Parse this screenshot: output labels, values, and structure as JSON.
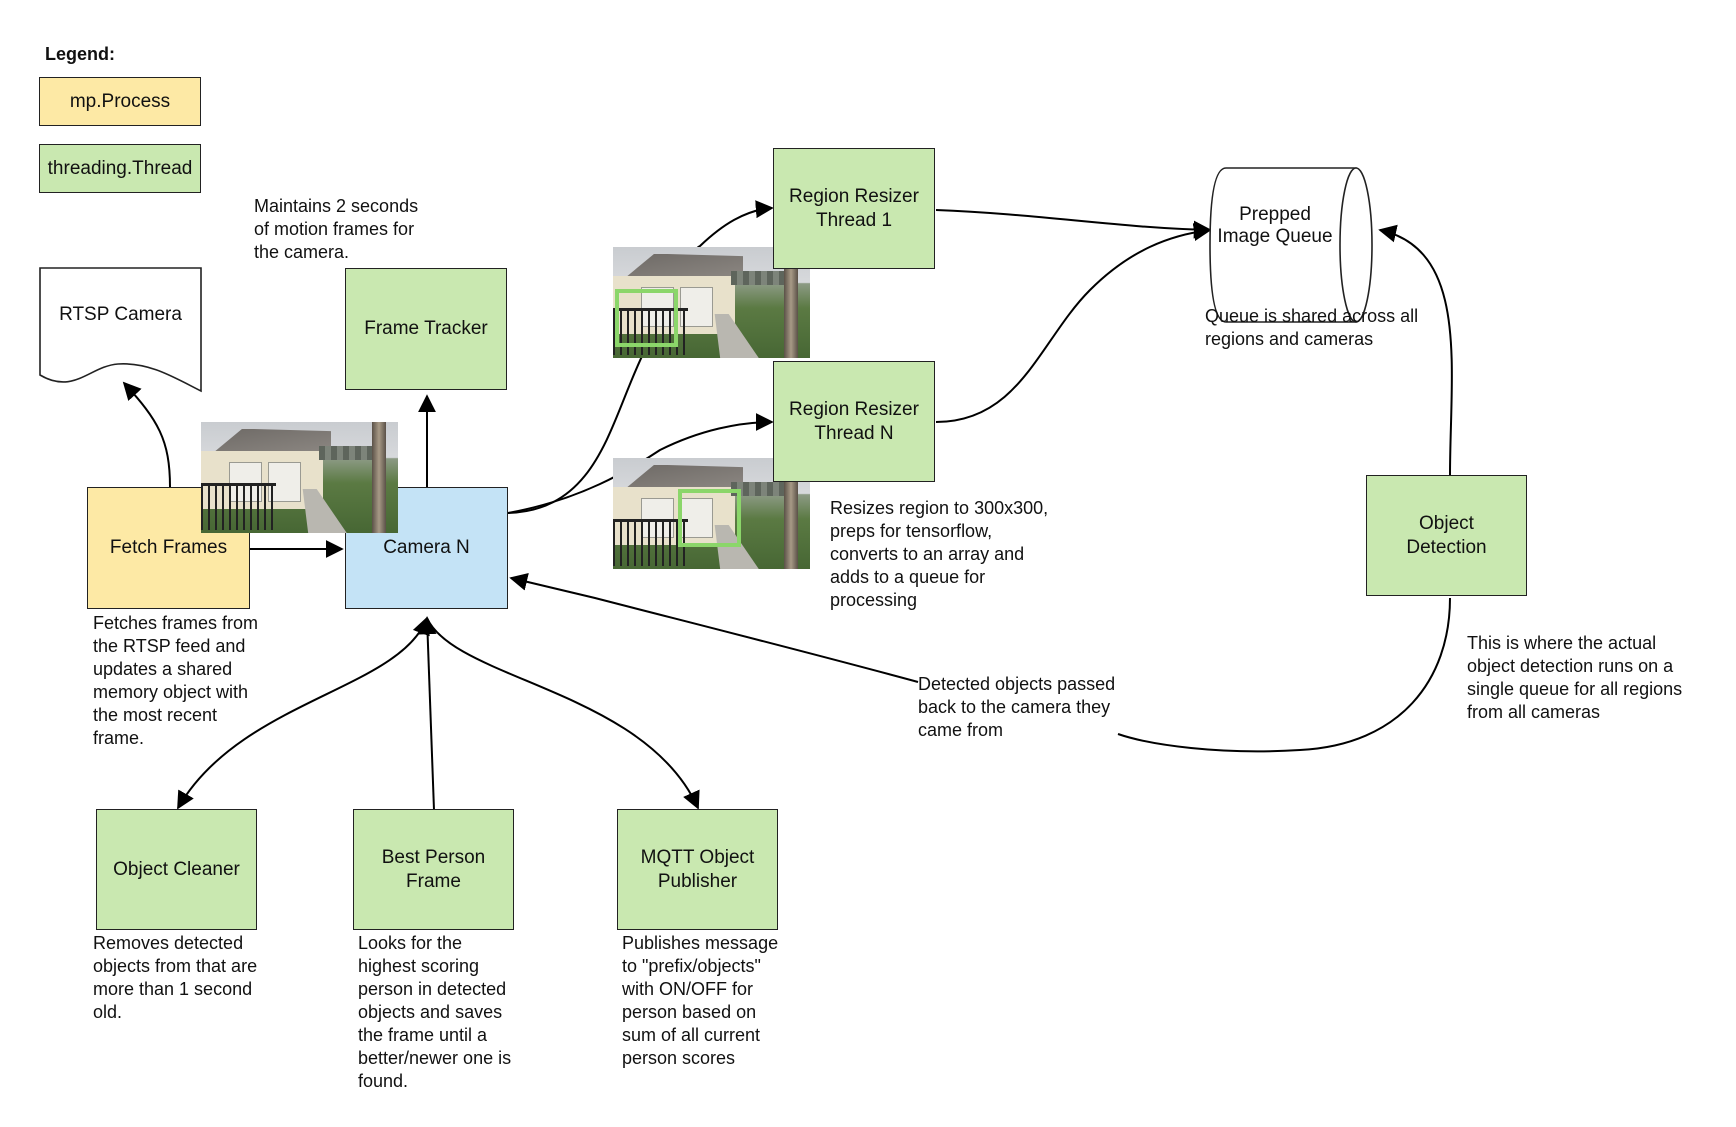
{
  "legend": {
    "title": "Legend:",
    "process_label": "mp.Process",
    "thread_label": "threading.Thread"
  },
  "colors": {
    "process": "#fde9a5",
    "thread": "#c9e8b0",
    "camera": "#c4e3f6",
    "region_highlight": "#8bd66a"
  },
  "nodes": {
    "rtsp_camera": "RTSP Camera",
    "fetch_frames": "Fetch Frames",
    "camera_n": "Camera N",
    "frame_tracker": "Frame Tracker",
    "region_resizer_1": "Region Resizer\nThread 1",
    "region_resizer_n": "Region Resizer\nThread N",
    "prepped_queue": "Prepped\nImage Queue",
    "object_detection": "Object Detection",
    "object_cleaner": "Object Cleaner",
    "best_person_frame": "Best Person\nFrame",
    "mqtt_publisher": "MQTT Object\nPublisher"
  },
  "notes": {
    "frame_tracker": "Maintains 2 seconds\nof motion frames for\nthe camera.",
    "fetch_frames": "Fetches frames from\nthe RTSP feed and\nupdates a shared\nmemory object with\nthe most recent\nframe.",
    "queue": "Queue is shared across all\nregions and cameras",
    "resizer": "Resizes region to 300x300,\npreps for tensorflow,\nconverts to an array and\nadds to a queue for\nprocessing",
    "detected_back": "Detected objects passed\nback to the camera they\ncame from",
    "object_detection": "This is where the actual\nobject detection runs on a\nsingle queue for all regions\nfrom all cameras",
    "object_cleaner": "Removes detected\nobjects from that are\nmore than 1 second\nold.",
    "best_person": "Looks for the\nhighest scoring\nperson in detected\nobjects and saves\nthe frame until a\nbetter/newer one is\nfound.",
    "mqtt": "Publishes message\nto \"prefix/objects\"\nwith ON/OFF for\nperson based on\nsum of all current\nperson scores"
  }
}
